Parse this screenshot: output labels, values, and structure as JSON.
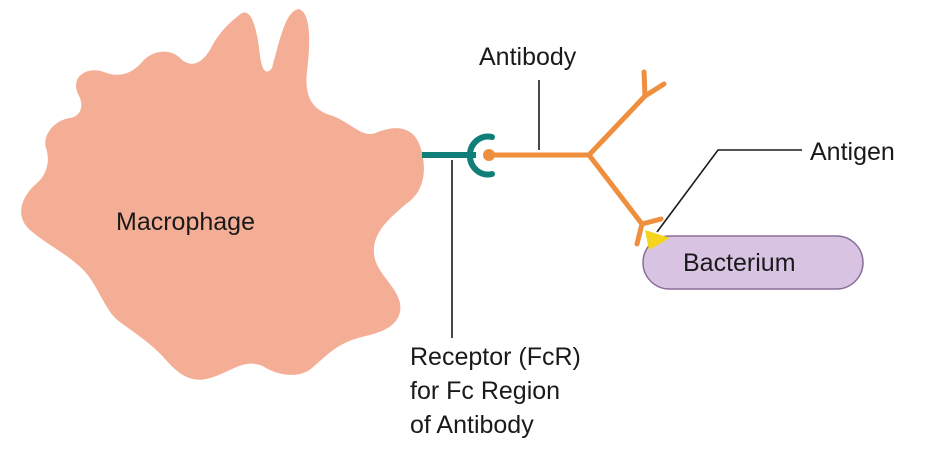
{
  "labels": {
    "macrophage": "Macrophage",
    "antibody": "Antibody",
    "antigen": "Antigen",
    "bacterium": "Bacterium",
    "receptor_line1": "Receptor (FcR)",
    "receptor_line2": "for Fc Region",
    "receptor_line3": "of Antibody"
  },
  "colors": {
    "macrophage_fill": "#f5ae96",
    "antibody": "#ef8e3c",
    "receptor": "#127e7a",
    "bacterium_fill": "#d9c3e3",
    "bacterium_stroke": "#8a6e9a",
    "antigen": "#f4d41c",
    "text": "#1a1a1a"
  }
}
